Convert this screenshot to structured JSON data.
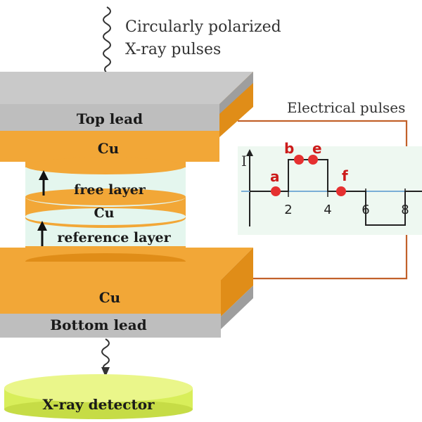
{
  "incoming": {
    "line1": "Circularly polarized",
    "line2": "X-ray pulses"
  },
  "stack": {
    "top_lead": "Top lead",
    "top_cu": "Cu",
    "free_layer": "free layer",
    "mid_cu": "Cu",
    "reference_layer": "reference layer",
    "bottom_cu": "Cu",
    "bottom_lead": "Bottom lead"
  },
  "detector": {
    "label": "X-ray detector"
  },
  "pulse_panel": {
    "title": "Electrical pulses",
    "ylabel": "I",
    "ticks": [
      "2",
      "4",
      "6",
      "8"
    ],
    "points": [
      "a",
      "b",
      "e",
      "f"
    ]
  },
  "colors": {
    "cu": "#f2a737",
    "cu_dark": "#e08d18",
    "lead": "#bebebe",
    "lead_side": "#a9a9a9",
    "layer_cyan": "#e4f6ee",
    "detector": "#d8ee5a",
    "wire": "#c2612a",
    "pulse_red": "#e53030",
    "baseline": "#7aaed6"
  }
}
